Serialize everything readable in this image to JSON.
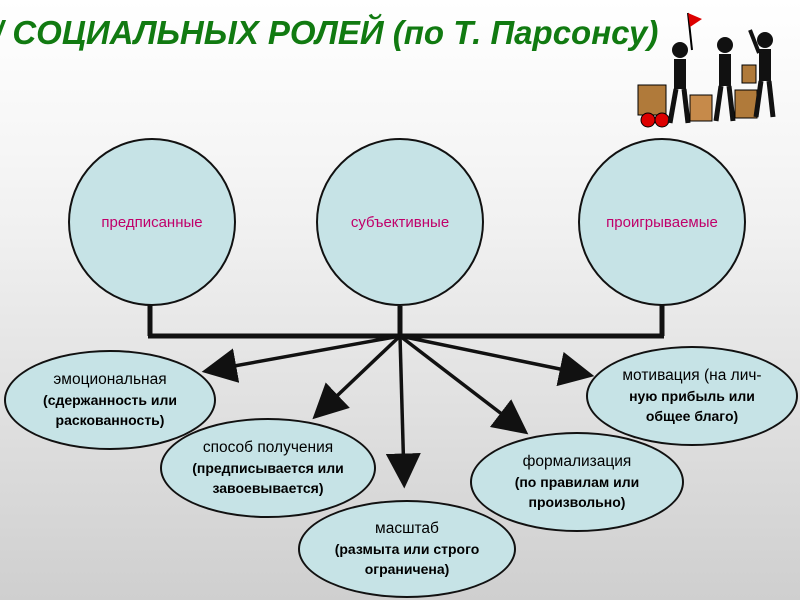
{
  "title": "/ СОЦИАЛЬНЫХ РОЛЕЙ  (по Т. Парсонсу)",
  "circles": [
    {
      "label": "предписанные"
    },
    {
      "label": "субъективные"
    },
    {
      "label": "проигрываемые"
    }
  ],
  "nodes": {
    "emotional": {
      "main": "эмоциональная",
      "sub1": "(сдержанность или",
      "sub2": "раскованность)"
    },
    "method": {
      "main": "способ получения",
      "sub1": "(предписывается или",
      "sub2": "завоевывается)"
    },
    "scale": {
      "main": "масштаб",
      "sub1": "(размыта или строго",
      "sub2": "ограничена)"
    },
    "formalization": {
      "main": "формализация",
      "sub1": "(по правилам или",
      "sub2": "произвольно)"
    },
    "motivation": {
      "main": "мотивация (на лич-",
      "sub1": "ную прибыль или",
      "sub2": "общее благо)"
    }
  },
  "colors": {
    "title": "#117a11",
    "circle_label": "#c0006a",
    "fill": "#c6e3e6",
    "line": "#111111"
  }
}
